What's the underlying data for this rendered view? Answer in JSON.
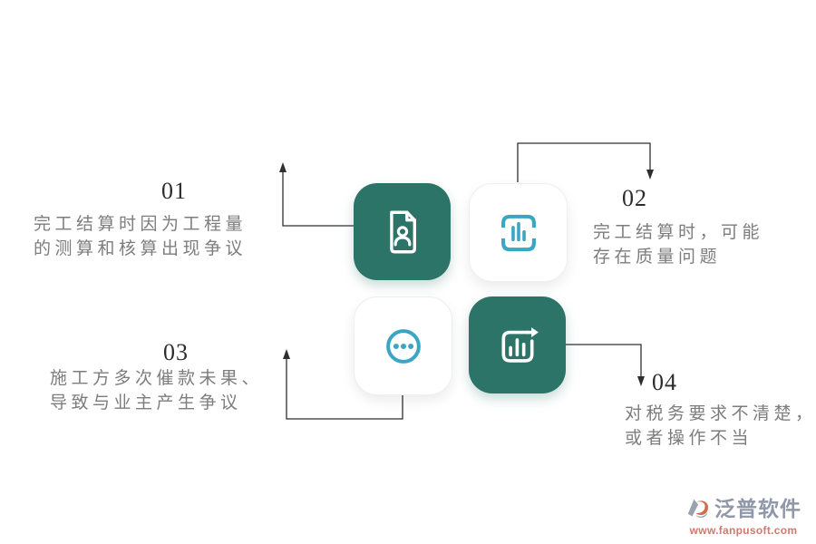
{
  "diagram": {
    "type": "infographic-four-points",
    "background": "#ffffff",
    "items": [
      {
        "number": "01",
        "line1": "完工结算时因为工程量",
        "line2": "的测算和核算出现争议",
        "icon": "document-user-icon",
        "tile_style": "green"
      },
      {
        "number": "02",
        "line1": "完工结算时，可能",
        "line2": "存在质量问题",
        "icon": "scan-bar-chart-icon",
        "tile_style": "white"
      },
      {
        "number": "03",
        "line1": "施工方多次催款未果、",
        "line2": "导致与业主产生争议",
        "icon": "ellipsis-circle-icon",
        "tile_style": "white"
      },
      {
        "number": "04",
        "line1": "对税务要求不清楚，",
        "line2": "或者操作不当",
        "icon": "bar-chart-arrow-icon",
        "tile_style": "green"
      }
    ],
    "colors": {
      "tile_green": "#2b7467",
      "icon_teal_blue": "#3ba6c4",
      "icon_white": "#ffffff",
      "description_text": "#7d7d7d",
      "number_text": "#2c2c2c",
      "connector_line": "#2f2f2f",
      "logo_name_text": "#8f97a8",
      "logo_url_text": "#d0796c",
      "logo_mark_grey": "#9aa2b2",
      "logo_mark_orange": "#ce6f4c"
    }
  },
  "watermark": {
    "name": "泛普软件",
    "url": "www.fanpusoft.com"
  }
}
